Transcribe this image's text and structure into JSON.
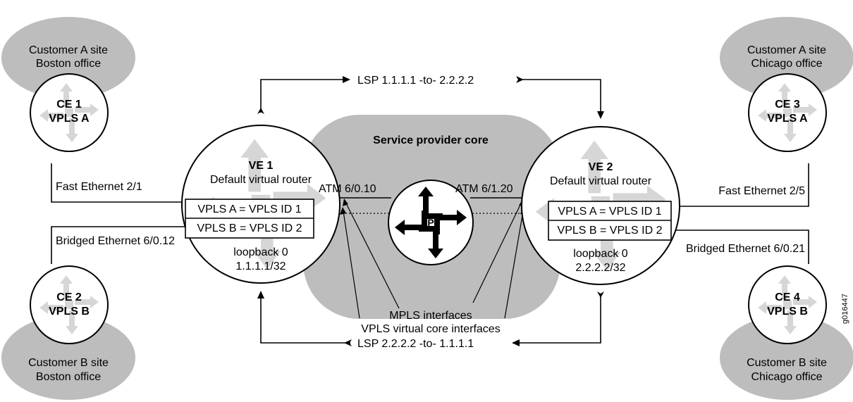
{
  "colors": {
    "cloud": "#bdbdbd",
    "ghost_arrows": "#d6d6d6",
    "line": "#000000"
  },
  "icons": [
    "router-icon",
    "p-router-icon"
  ],
  "core": {
    "label": "Service provider core"
  },
  "sites": {
    "a_boston": {
      "line1": "Customer A site",
      "line2": "Boston office"
    },
    "b_boston": {
      "line1": "Customer B site",
      "line2": "Boston office"
    },
    "a_chicago": {
      "line1": "Customer A site",
      "line2": "Chicago office"
    },
    "b_chicago": {
      "line1": "Customer B site",
      "line2": "Chicago office"
    }
  },
  "ce": {
    "ce1": {
      "name": "CE 1",
      "vpls": "VPLS A"
    },
    "ce2": {
      "name": "CE 2",
      "vpls": "VPLS B"
    },
    "ce3": {
      "name": "CE 3",
      "vpls": "VPLS A"
    },
    "ce4": {
      "name": "CE 4",
      "vpls": "VPLS B"
    }
  },
  "ve": {
    "ve1": {
      "name": "VE 1",
      "router": "Default virtual router",
      "vpls_a": "VPLS A = VPLS ID 1",
      "vpls_b": "VPLS B = VPLS ID 2",
      "loopback": "loopback 0",
      "ip": "1.1.1.1/32"
    },
    "ve2": {
      "name": "VE 2",
      "router": "Default virtual router",
      "vpls_a": "VPLS A = VPLS ID 1",
      "vpls_b": "VPLS B = VPLS ID 2",
      "loopback": "loopback 0",
      "ip": "2.2.2.2/32"
    }
  },
  "p_router": {
    "label": "P"
  },
  "links": {
    "fe_left": "Fast Ethernet 2/1",
    "be_left": "Bridged Ethernet 6/0.12",
    "fe_right": "Fast Ethernet 2/5",
    "be_right": "Bridged Ethernet 6/0.21",
    "atm_left": "ATM 6/0.10",
    "atm_right": "ATM 6/1.20"
  },
  "lsp": {
    "top": "LSP 1.1.1.1 -to- 2.2.2.2",
    "bottom": "LSP 2.2.2.2 -to- 1.1.1.1"
  },
  "callout": {
    "line1": "MPLS interfaces",
    "line2": "VPLS virtual core interfaces"
  },
  "figure_id": "g016447"
}
